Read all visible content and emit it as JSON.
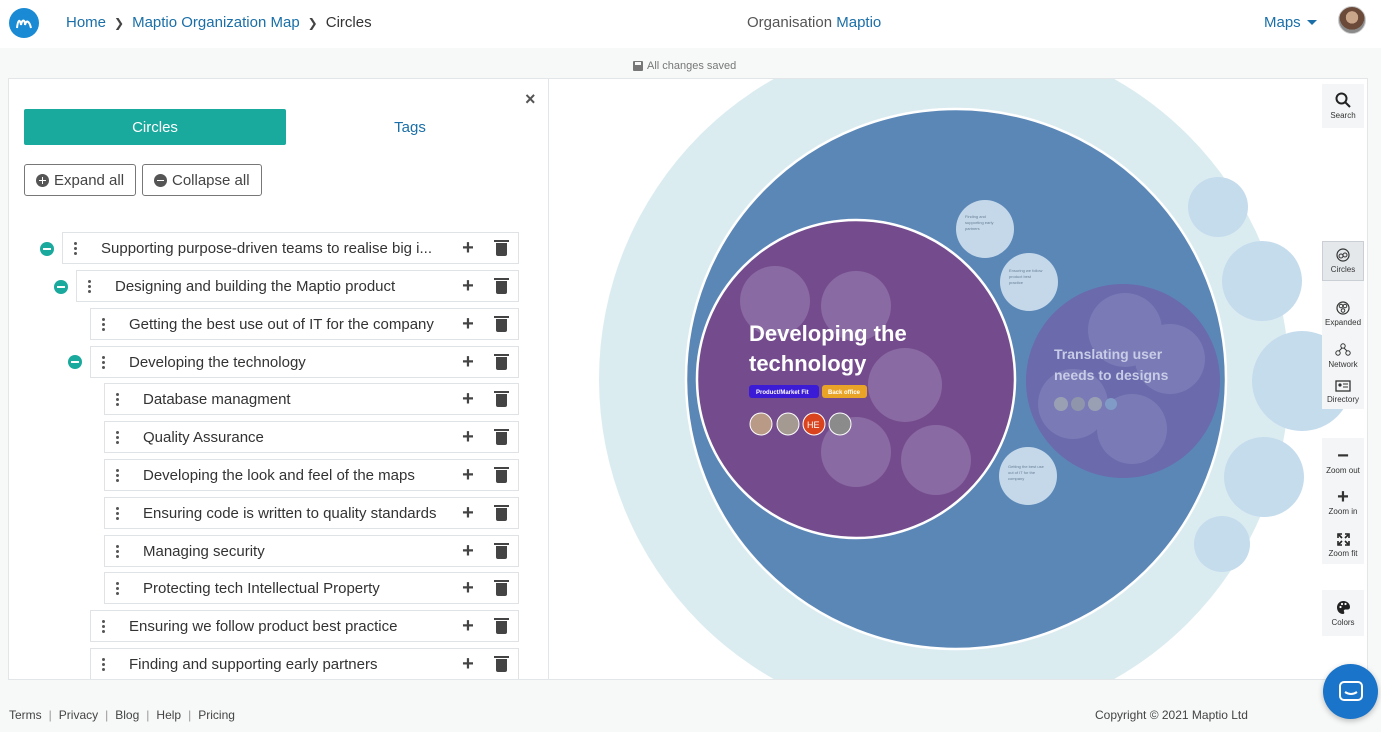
{
  "header": {
    "breadcrumb": [
      {
        "label": "Home"
      },
      {
        "label": "Maptio Organization Map"
      },
      {
        "label": "Circles"
      }
    ],
    "org_prefix": "Organisation",
    "org_name": "Maptio",
    "maps_label": "Maps"
  },
  "save_status": "All changes saved",
  "panel": {
    "tab_circles": "Circles",
    "tab_tags": "Tags",
    "expand_all": "Expand all",
    "collapse_all": "Collapse all",
    "close_icon": "×",
    "tree": [
      {
        "label": "Supporting purpose-driven teams to realise big i..."
      },
      {
        "label": "Designing and building the Maptio product"
      },
      {
        "label": "Getting the best use out of IT for the company"
      },
      {
        "label": "Developing the technology"
      },
      {
        "label": "Database managment"
      },
      {
        "label": "Quality Assurance"
      },
      {
        "label": "Developing the look and feel of the maps"
      },
      {
        "label": "Ensuring code is written to quality standards"
      },
      {
        "label": "Managing security"
      },
      {
        "label": "Protecting tech Intellectual Property"
      },
      {
        "label": "Ensuring we follow product best practice"
      },
      {
        "label": "Finding and supporting early partners"
      }
    ]
  },
  "map": {
    "main_circle_line1": "Developing the",
    "main_circle_line2": "technology",
    "tag_1": "Product/Market Fit",
    "tag_2": "Back office",
    "avatar_initials": "HE",
    "side_circle_line1": "Translating user",
    "side_circle_line2": "needs to designs",
    "tiny_1": [
      "Finding and",
      "supporting early",
      "partners"
    ],
    "tiny_2": [
      "Ensuring we follow",
      "product best",
      "practice"
    ],
    "tiny_3": [
      "Getting the best use",
      "out of IT for the",
      "company"
    ],
    "colors": {
      "outer": "#dbecf1",
      "parent": "#5b87b7",
      "main": "#744c8d",
      "side": "#6a6aac",
      "tag1": "#3b1bd6",
      "tag2": "#e9a326"
    }
  },
  "tools": {
    "search": "Search",
    "circles": "Circles",
    "expanded": "Expanded",
    "network": "Network",
    "directory": "Directory",
    "zoom_out": "Zoom out",
    "zoom_in": "Zoom in",
    "zoom_fit": "Zoom fit",
    "colors": "Colors"
  },
  "footer": {
    "links": [
      "Terms",
      "Privacy",
      "Blog",
      "Help",
      "Pricing"
    ],
    "copyright": "Copyright © 2021 Maptio Ltd"
  }
}
